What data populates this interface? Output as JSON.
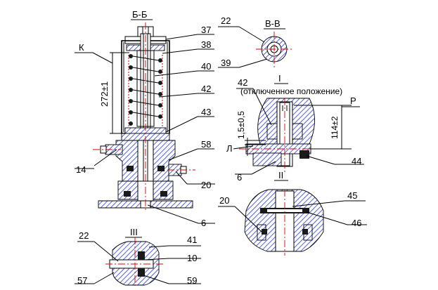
{
  "sections": {
    "bb": "Б-Б",
    "vv": "В-В",
    "detail_1": "I",
    "detail_1_note": "(отключенное положение)",
    "detail_2": "II",
    "detail_3": "III"
  },
  "dimensions": {
    "spring_length": "272±1",
    "stroke_gap": "1,5±0,5",
    "height_114": "114±2"
  },
  "letters": {
    "k": "К",
    "p": "Р",
    "l": "Л"
  },
  "part_numbers": {
    "p37": "37",
    "p38": "38",
    "p40": "40",
    "p42_main": "42",
    "p43": "43",
    "p58": "58",
    "p14": "14",
    "p20_main": "20",
    "p6_main": "6",
    "p22_top": "22",
    "p39": "39",
    "p42_detail": "42",
    "p44": "44",
    "p6_detail": "6",
    "p45": "45",
    "p20_detail": "20",
    "p46": "46",
    "p22_bottom": "22",
    "p41": "41",
    "p10": "10",
    "p57": "57",
    "p59": "59"
  },
  "colors": {
    "hatch": "#2a3fd6",
    "axis": "#d40000",
    "line": "#000000"
  }
}
